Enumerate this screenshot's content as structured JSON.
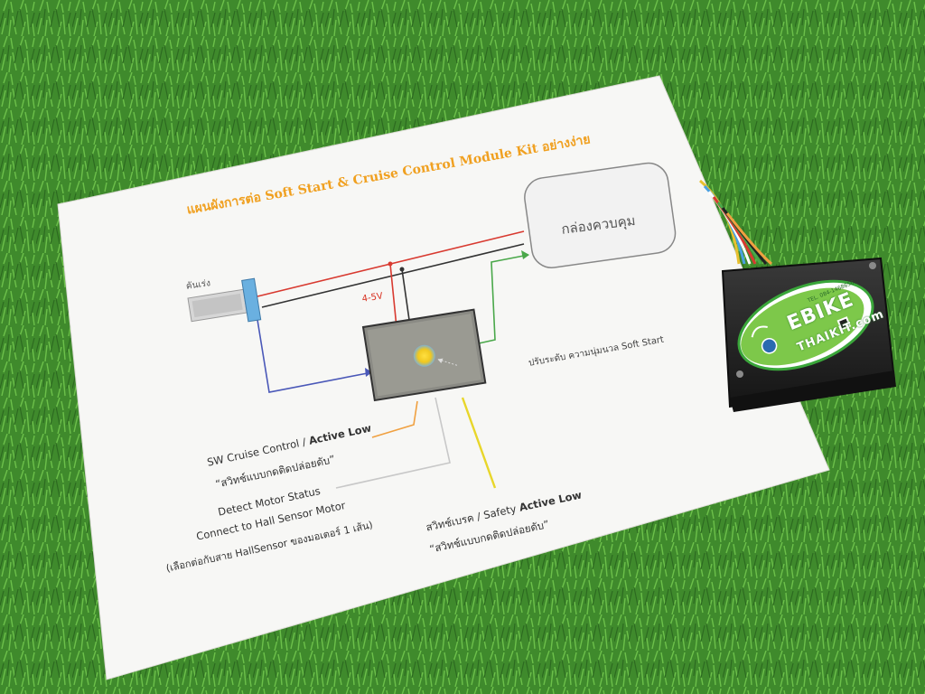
{
  "scene": {
    "background": "artificial grass",
    "colors": {
      "grass": "#3f8a2c",
      "paper": "#f7f7f5",
      "module": "#1e1e1e",
      "sticker_green": "#3aa63a",
      "wire_red": "#d83a30",
      "wire_black": "#222222",
      "wire_blue": "#4a58b8",
      "wire_green": "#4aa84a",
      "wire_yellow": "#e8d62a",
      "wire_orange": "#f0a040"
    }
  },
  "sheet": {
    "title": "แผนผังการต่อ Soft Start & Cruise Control Module Kit อย่างง่าย",
    "control_box_label": "กล่องควบคุม",
    "throttle_label": "คันเร่ง",
    "voltage_label": "4-5V",
    "softstart_label": "ปรับระดับ ความนุ่มนวล Soft Start",
    "cruise": {
      "line1": "SW Cruise Control / ",
      "line1_bold": "Active Low",
      "line2": "“สวิทช์แบบกดติดปล่อยดับ”"
    },
    "motor": {
      "line1": "Detect Motor Status",
      "line2": "Connect to Hall Sensor Motor",
      "line3": "(เลือกต่อกับสาย HallSensor  ของมอเตอร์ 1 เส้น)"
    },
    "brake": {
      "line1": "สวิทช์เบรค / Safety ",
      "line1_bold": "Active Low",
      "line2": "“สวิทช์แบบกดติดปล่อยดับ”"
    }
  },
  "device": {
    "sticker_brand": "EBIKE",
    "sticker_sub": "THAIKIT.com",
    "sticker_tel": "TEL. 084-1468656"
  }
}
